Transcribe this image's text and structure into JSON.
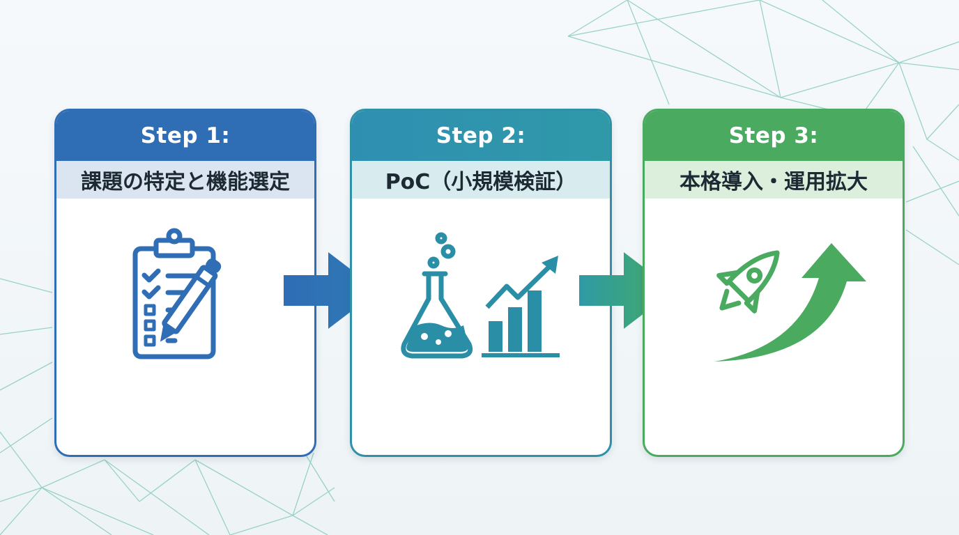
{
  "steps": [
    {
      "title": "Step 1:",
      "subtitle": "課題の特定と機能選定",
      "icon": "clipboard-checklist-pen-icon",
      "color": "#2f6db5",
      "sub_bg": "#dbe5f2"
    },
    {
      "title": "Step 2:",
      "subtitle": "PoC（小規模検証）",
      "icon": "flask-growth-chart-icon",
      "color": "#2f91a8",
      "sub_bg": "#d8ecef"
    },
    {
      "title": "Step 3:",
      "subtitle": "本格導入・運用拡大",
      "icon": "rocket-up-arrow-icon",
      "color": "#4aaa5f",
      "sub_bg": "#dcefdc"
    }
  ],
  "connectors": [
    {
      "icon": "arrow-right-icon"
    },
    {
      "icon": "arrow-right-icon"
    }
  ]
}
